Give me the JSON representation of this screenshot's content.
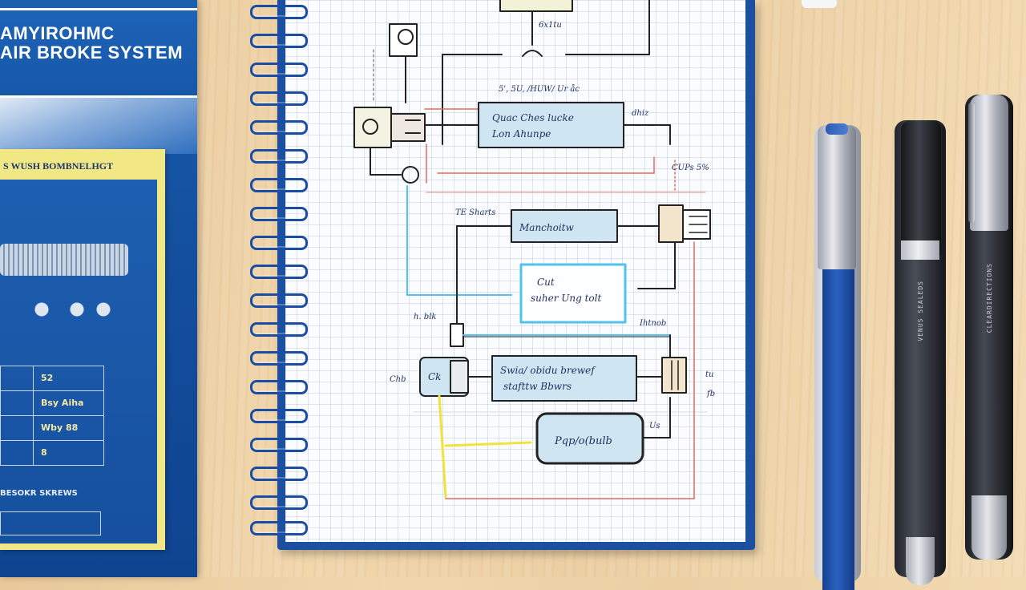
{
  "booklet": {
    "title_line1": "AMYIROHMC",
    "title_line2": "AIR BROKE SYSTEM",
    "card_title": "S WUSH BOMBNELHGT",
    "table_rows": [
      {
        "label": "52"
      },
      {
        "label": "Bsy Aiha"
      },
      {
        "label": "Wby 88"
      },
      {
        "label": "8"
      }
    ],
    "footer_text": "BESOKR SKREWS"
  },
  "diagram": {
    "top_note": "6x1tu",
    "upper_caption": "5', 5U, /HUW/ Ur åc",
    "box1_lines": [
      "Quac Ches lucke",
      "Lon Ahunpe"
    ],
    "box1_side_note": "dhiz",
    "right_note_upper": "CUPs 5%",
    "left_side_note": "TE Sharts",
    "box2_label": "Manchoitw",
    "box3_lines": [
      "Cut",
      "suher Ung tolt"
    ],
    "lower_left_note": "h. blk",
    "lower_right_note": "Ihtnob",
    "box4_lines": [
      "Swia/ obidu brewef",
      "stafttw Bbwrs"
    ],
    "box5_label": "Ck",
    "left_small_note": "Chb",
    "right_small_note": "tu",
    "right_small_note2": "fb",
    "box6_label": "Pqp/o(bulb",
    "box6_side_note": "Us"
  },
  "pens": {
    "pen_black1_text": "VENUS SEALEDS",
    "pen_black2_text": "CLEARDIRECTIONS"
  },
  "colors": {
    "notebook_blue": "#1c4fa0",
    "box_fill": "#cfe6f2",
    "cyan_line": "#53c1ea",
    "red_line": "#e46a5a",
    "yellow_line": "#f2e23c",
    "ink": "#1e2f5c"
  }
}
